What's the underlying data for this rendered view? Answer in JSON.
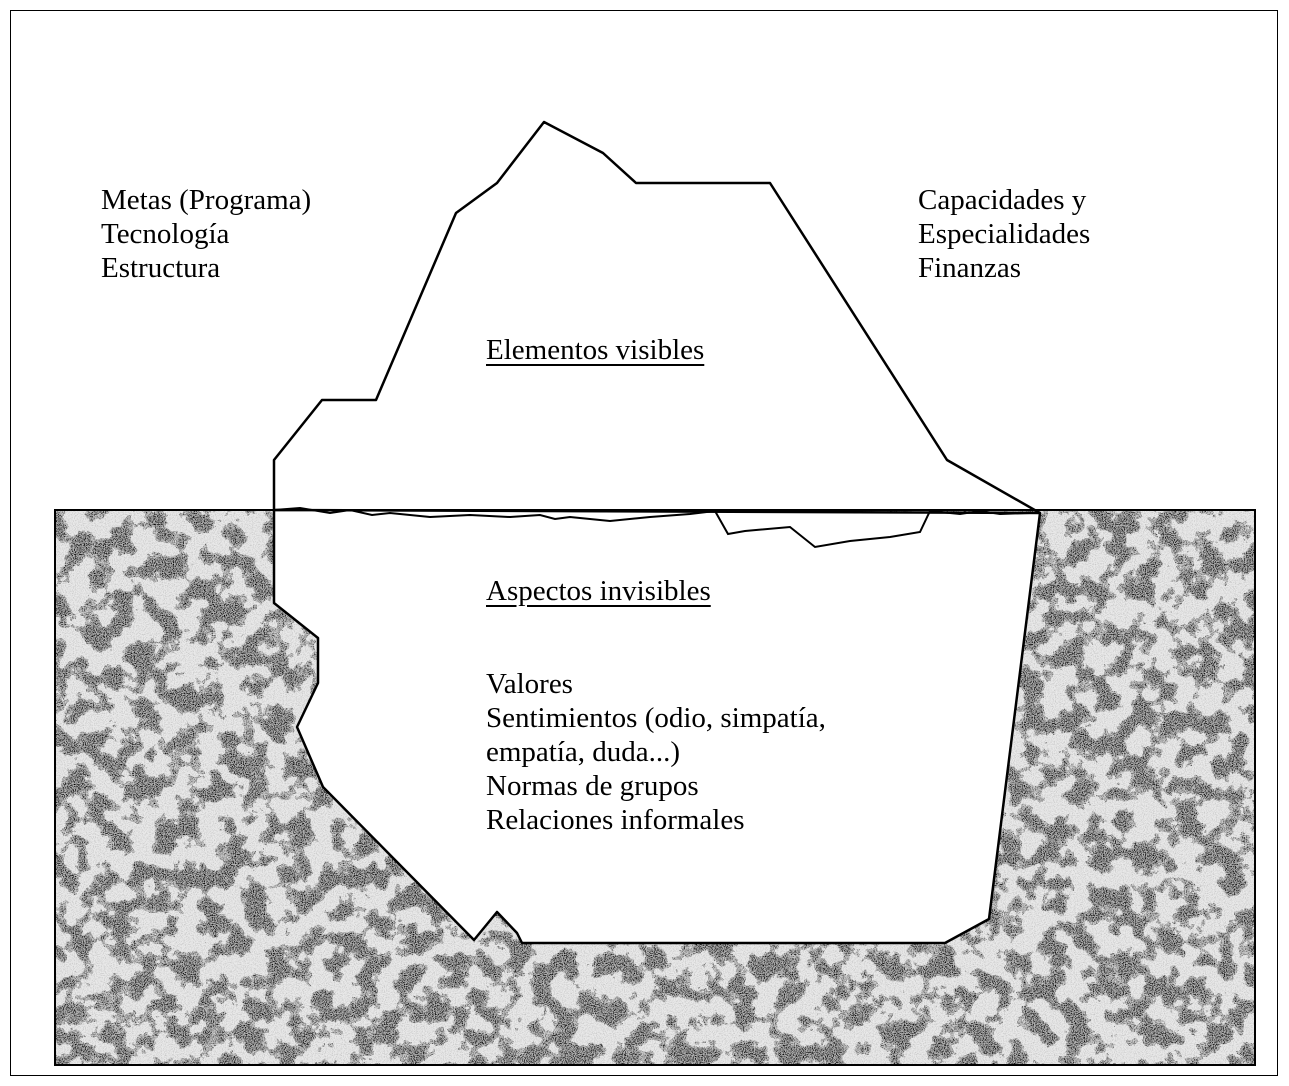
{
  "left_labels": [
    "Metas (Programa)",
    "Tecnología",
    "Estructura"
  ],
  "right_labels": [
    "Capacidades y",
    "Especialidades",
    "Finanzas"
  ],
  "visible_heading": "Elementos visibles",
  "invisible_heading": "Aspectos invisibles",
  "invisible_items": [
    "Valores",
    "Sentimientos (odio, simpatía,",
    "empatía, duda...)",
    "Normas de grupos",
    "Relaciones informales"
  ],
  "colors": {
    "water_base": "#e9e9e9",
    "water_dark": "#3a3a3a",
    "line": "#000000",
    "ice": "#ffffff"
  }
}
